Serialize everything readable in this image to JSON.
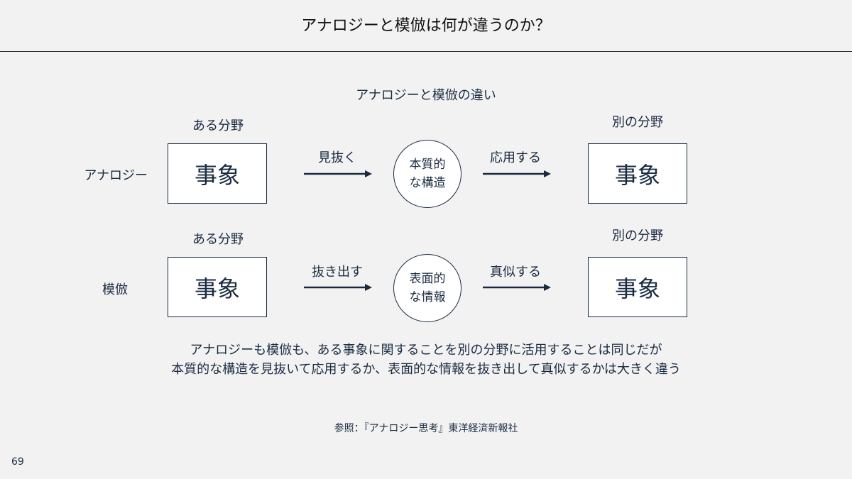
{
  "slide": {
    "title": "アナロジーと模倣は何が違うのか？",
    "subtitle": "アナロジーと模倣の違い",
    "page_number": "69"
  },
  "rows": [
    {
      "label": "アナロジー",
      "source_field": "ある分野",
      "source_box": "事象",
      "verb1": "見抜く",
      "circle_line1": "本質的",
      "circle_line2": "な構造",
      "verb2": "応用する",
      "target_field": "別の分野",
      "target_box": "事象"
    },
    {
      "label": "模倣",
      "source_field": "ある分野",
      "source_box": "事象",
      "verb1": "抜き出す",
      "circle_line1": "表面的",
      "circle_line2": "な情報",
      "verb2": "真似する",
      "target_field": "別の分野",
      "target_box": "事象"
    }
  ],
  "summary": {
    "line1": "アナロジーも模倣も、ある事象に関することを別の分野に活用することは同じだが",
    "line2": "本質的な構造を見抜いて応用するか、表面的な情報を抜き出して真似するかは大きく違う"
  },
  "source": "参照：『アナロジー思考』東洋経済新報社",
  "colors": {
    "background": "#f2f2f2",
    "text": "#1a2b40",
    "arrow": "#1a2b40"
  }
}
